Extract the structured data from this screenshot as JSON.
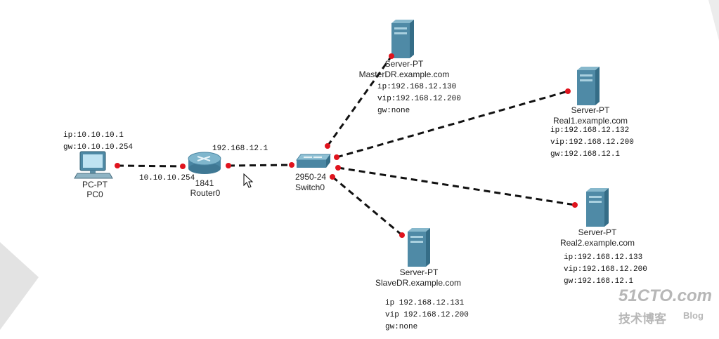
{
  "nodes": {
    "pc0": {
      "type": "PC-PT",
      "name": "PC0",
      "ip": "ip:10.10.10.1",
      "gw": "gw:10.10.10.254"
    },
    "router0": {
      "type": "1841",
      "name": "Router0",
      "if_left": "10.10.10.254",
      "if_right": "192.168.12.1"
    },
    "switch0": {
      "type": "2950-24",
      "name": "Switch0"
    },
    "master": {
      "type": "Server-PT",
      "name": "MasterDR.example.com",
      "ip": "ip:192.168.12.130",
      "vip": "vip:192.168.12.200",
      "gw": "gw:none"
    },
    "real1": {
      "type": "Server-PT",
      "name": "Real1.example.com",
      "ip": "ip:192.168.12.132",
      "vip": "vip:192.168.12.200",
      "gw": "gw:192.168.12.1"
    },
    "real2": {
      "type": "Server-PT",
      "name": "Real2.example.com",
      "ip": "ip:192.168.12.133",
      "vip": "vip:192.168.12.200",
      "gw": "gw:192.168.12.1"
    },
    "slave": {
      "type": "Server-PT",
      "name": "SlaveDR.example.com",
      "ip": "ip 192.168.12.131",
      "vip": "vip 192.168.12.200",
      "gw": "gw:none"
    }
  },
  "watermark": {
    "brand": "51CTO.com",
    "sub": "技术博客",
    "blog": "Blog"
  },
  "colors": {
    "link": "#111111",
    "port": "#e0141e",
    "device": "#4f8aa6"
  }
}
